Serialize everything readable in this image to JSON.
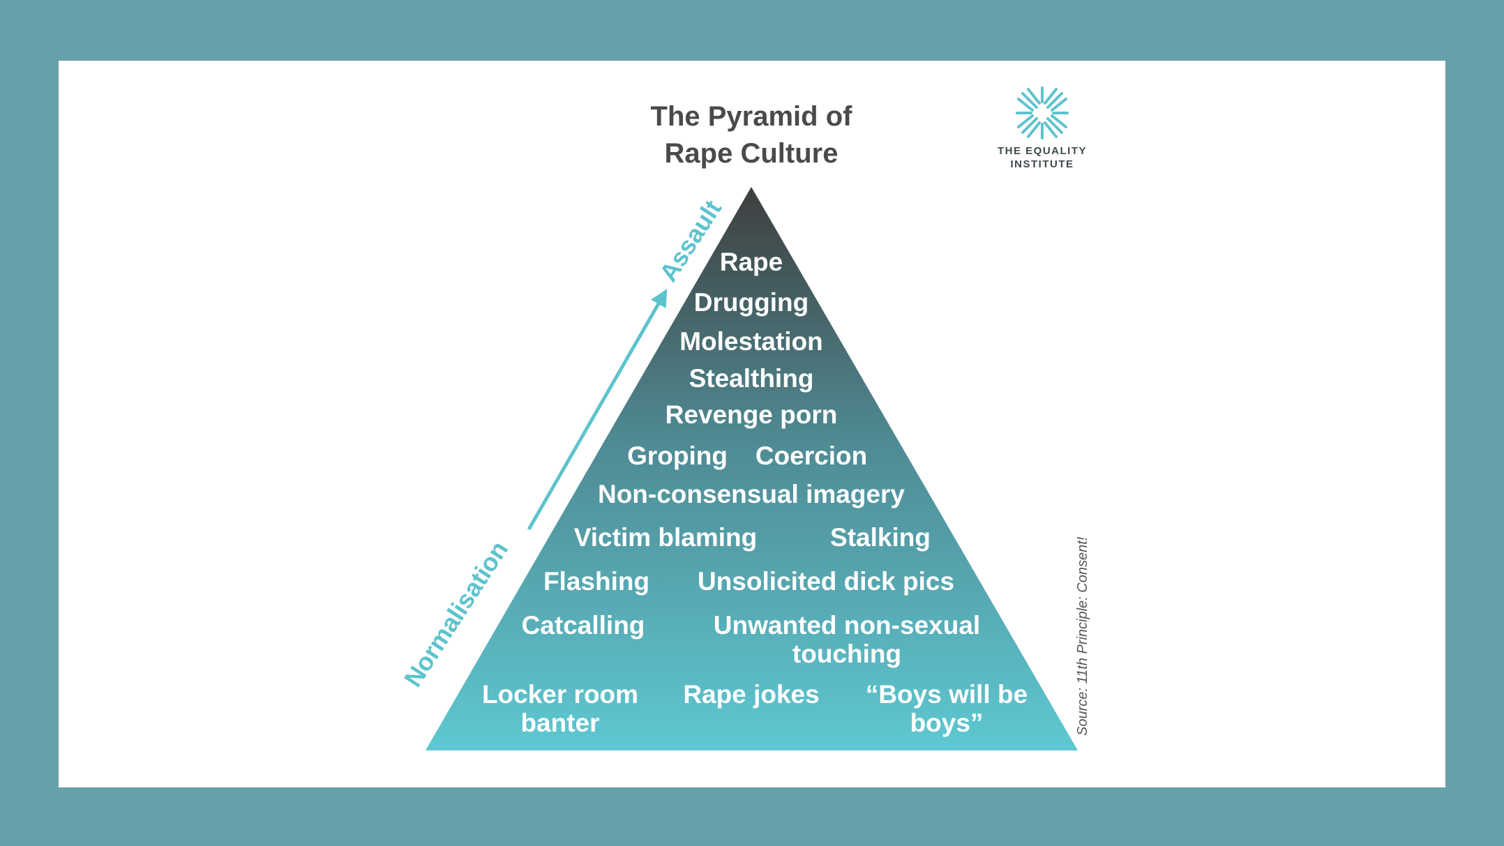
{
  "title": {
    "line1": "The Pyramid of",
    "line2": "Rape Culture"
  },
  "logo": {
    "icon": "equality-institute-star-icon",
    "line1": "THE EQUALITY",
    "line2": "INSTITUTE"
  },
  "axis": {
    "bottom_label": "Normalisation",
    "top_label": "Assault"
  },
  "pyramid": {
    "gradient_top": "#3e3e3e",
    "gradient_bottom": "#5ec8d2",
    "tiers": {
      "rape": "Rape",
      "drugging": "Drugging",
      "molestation": "Molestation",
      "stealthing": "Stealthing",
      "revenge_porn": "Revenge porn",
      "groping": "Groping",
      "coercion": "Coercion",
      "non_consensual_imagery": "Non-consensual imagery",
      "victim_blaming": "Victim blaming",
      "stalking": "Stalking",
      "flashing": "Flashing",
      "unsolicited_dick_pics": "Unsolicited dick pics",
      "catcalling": "Catcalling",
      "unwanted_touching_line1": "Unwanted non-sexual",
      "unwanted_touching_line2": "touching",
      "locker_room_line1": "Locker room",
      "locker_room_line2": "banter",
      "rape_jokes": "Rape jokes",
      "boys_line1": "“Boys will be",
      "boys_line2": "boys”"
    }
  },
  "source": "Source: 11th Principle: Consent!",
  "colors": {
    "frame": "#67a0a8",
    "card": "#ffffff",
    "accent": "#5ec3cd",
    "title": "#4a4a4a"
  }
}
